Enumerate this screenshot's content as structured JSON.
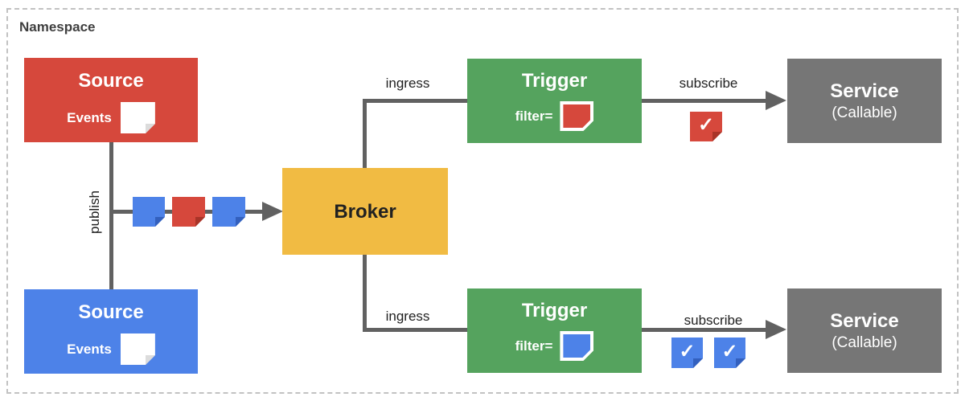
{
  "namespace": {
    "label": "Namespace"
  },
  "nodes": {
    "source_red": {
      "title": "Source",
      "events_label": "Events",
      "color": "#d6483c"
    },
    "source_blue": {
      "title": "Source",
      "events_label": "Events",
      "color": "#4d82e8"
    },
    "broker": {
      "title": "Broker",
      "color": "#f1bb43"
    },
    "trigger_top": {
      "title": "Trigger",
      "filter_label": "filter=",
      "filter_color": "#d6483c",
      "color": "#55a35e"
    },
    "trigger_bottom": {
      "title": "Trigger",
      "filter_label": "filter=",
      "filter_color": "#4d82e8",
      "color": "#55a35e"
    },
    "service_top": {
      "title": "Service",
      "subtitle": "(Callable)",
      "color": "#767676"
    },
    "service_bottom": {
      "title": "Service",
      "subtitle": "(Callable)",
      "color": "#767676"
    }
  },
  "edges": {
    "publish_label": "publish",
    "ingress_top_label": "ingress",
    "ingress_bottom_label": "ingress",
    "subscribe_top_label": "subscribe",
    "subscribe_bottom_label": "subscribe"
  },
  "icons": {
    "check": "✓",
    "event_note": "note-icon",
    "colors": {
      "red": "#d6483c",
      "red_fold": "#a93428",
      "blue": "#4d82e8",
      "blue_fold": "#3360be",
      "white_fold": "#dcdcdc"
    }
  },
  "colors": {
    "line": "#616161",
    "namespace_border": "#c2c2c2",
    "background": "#ffffff"
  }
}
